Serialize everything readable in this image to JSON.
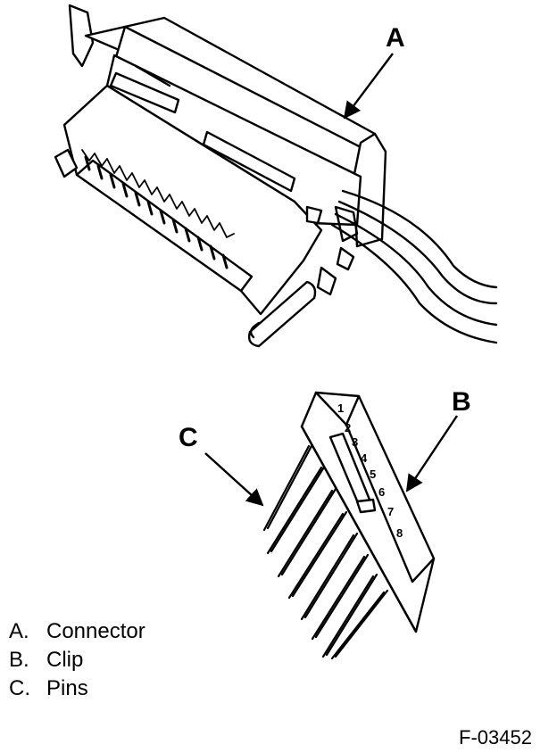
{
  "callouts": {
    "a": "A",
    "b": "B",
    "c": "C"
  },
  "pin_numbers": [
    "1",
    "2",
    "3",
    "4",
    "5",
    "6",
    "7",
    "8"
  ],
  "legend": [
    {
      "key": "A.",
      "label": "Connector"
    },
    {
      "key": "B.",
      "label": "Clip"
    },
    {
      "key": "C.",
      "label": "Pins"
    }
  ],
  "figure_id": "F-03452",
  "colors": {
    "ink": "#000000",
    "paper": "#ffffff"
  }
}
